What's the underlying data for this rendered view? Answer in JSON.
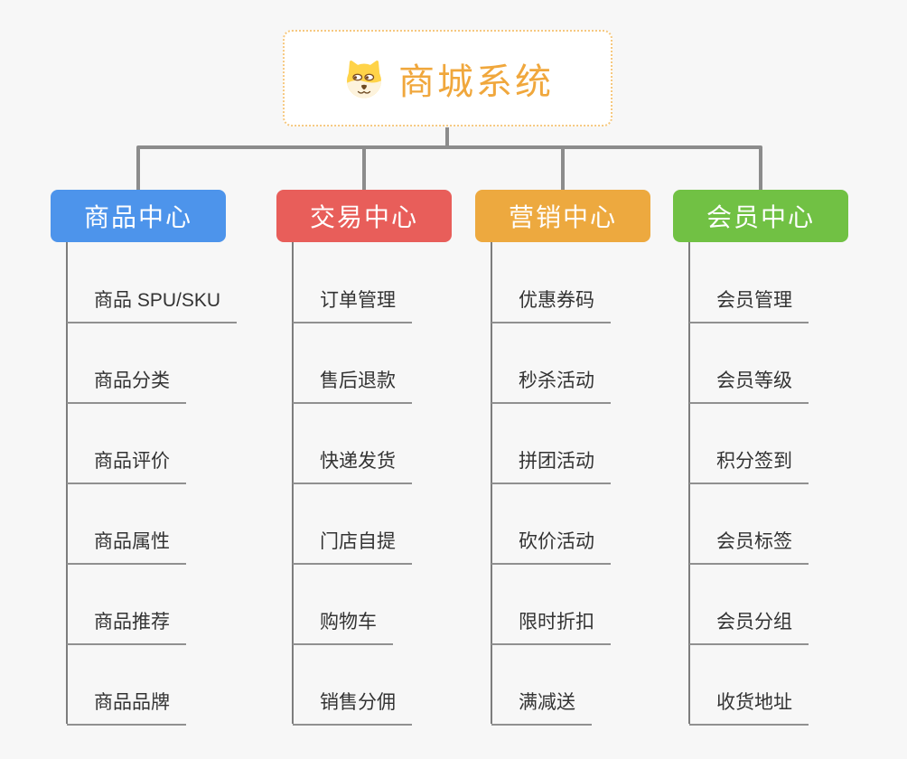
{
  "page": {
    "background": "#f7f7f7"
  },
  "root": {
    "title": "商城系统",
    "icon": "dog-face-icon",
    "title_color": "#f0a73c",
    "border_color": "#f6c87f",
    "background": "#ffffff"
  },
  "colors": {
    "connector": "#8c8c8c",
    "trunk": "#7d7d7d",
    "leaf_underline": "#909090",
    "leaf_text": "#333333",
    "branch_text": "#ffffff"
  },
  "branches": [
    {
      "label": "商品中心",
      "color": "#4d94eb",
      "children": [
        "商品 SPU/SKU",
        "商品分类",
        "商品评价",
        "商品属性",
        "商品推荐",
        "商品品牌"
      ]
    },
    {
      "label": "交易中心",
      "color": "#e85e5a",
      "children": [
        "订单管理",
        "售后退款",
        "快递发货",
        "门店自提",
        "购物车",
        "销售分佣"
      ]
    },
    {
      "label": "营销中心",
      "color": "#eda93f",
      "children": [
        "优惠券码",
        "秒杀活动",
        "拼团活动",
        "砍价活动",
        "限时折扣",
        "满减送"
      ]
    },
    {
      "label": "会员中心",
      "color": "#71c144",
      "children": [
        "会员管理",
        "会员等级",
        "积分签到",
        "会员标签",
        "会员分组",
        "收货地址"
      ]
    }
  ]
}
